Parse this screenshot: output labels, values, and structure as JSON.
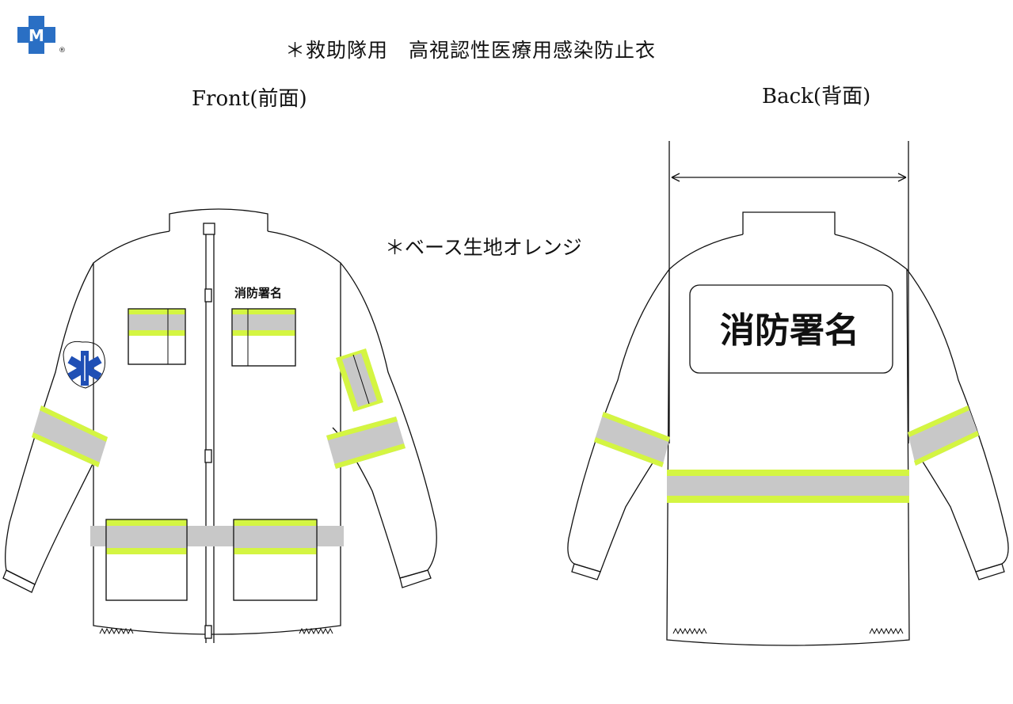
{
  "header": {
    "title": "＊救助隊用　高視認性医療用感染防止衣",
    "logo_letter": "M",
    "logo_mark": "®"
  },
  "views": {
    "front_label": "Front(前面)",
    "back_label": "Back(背面)"
  },
  "notes": {
    "fabric": "＊ベース生地オレンジ"
  },
  "front": {
    "chest_text": "消防署名",
    "star_of_life": "star-of-life-icon"
  },
  "back": {
    "name_panel_text": "消防署名"
  },
  "colors": {
    "reflective_gray": "#c8c8c8",
    "reflective_yellow": "#d4f542",
    "outline": "#111111",
    "logo_blue": "#2a6fc4",
    "star_blue": "#1f4fb5"
  }
}
